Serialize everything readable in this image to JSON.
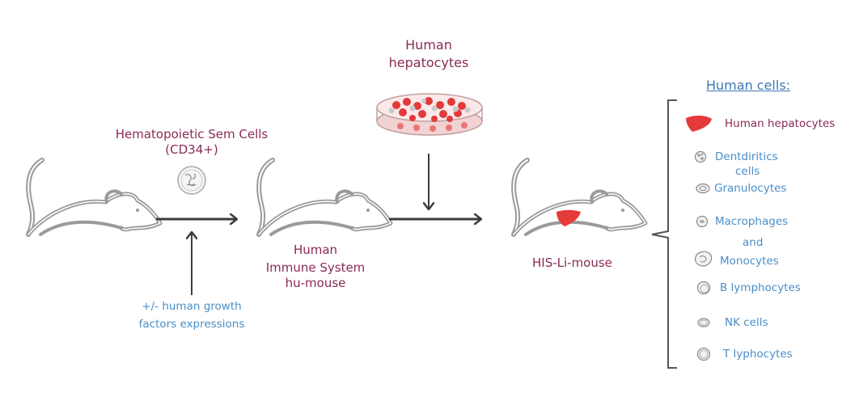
{
  "human_hepatocytes_label": [
    "Human",
    "hepatocytes"
  ],
  "hsc_label": [
    "Hematopoietic Sem Cells",
    "(CD34+)"
  ],
  "growth_factors_label": [
    "+/- human growth",
    "factors expressions"
  ],
  "hu_mouse_label": [
    "Human",
    "Immune System",
    "hu-mouse"
  ],
  "his_li_mouse_label": "HIS-Li-mouse",
  "human_cells": {
    "heading": "Human cells:",
    "items": [
      "Human hepatocytes",
      "Dentdiritics",
      "cells",
      "Granulocytes",
      "Macrophages",
      "and",
      "Monocytes",
      "B lymphocytes",
      "NK cells",
      "T lyphocytes"
    ]
  },
  "colors": {
    "purple_text": "#8a2a55",
    "blue_text": "#4a8ec8",
    "liver_red": "#e53a3a",
    "arrow_gray": "#3c3c3c",
    "mouse_gray": "#9a9a9a"
  }
}
